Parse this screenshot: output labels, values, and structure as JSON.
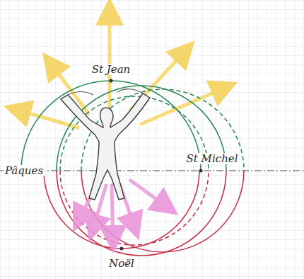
{
  "diagram": {
    "labels": [
      "St Jean",
      "Pâques",
      "St Michel",
      "Noël"
    ]
  }
}
